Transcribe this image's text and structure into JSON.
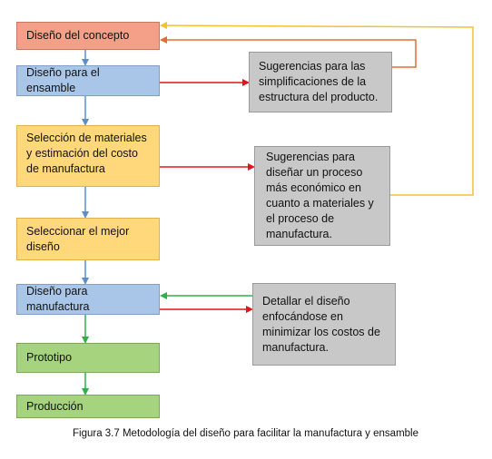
{
  "steps": {
    "concepto": "Diseño del concepto",
    "ensamble": "Diseño para el ensamble",
    "seleccion": "Selección de materiales y estimación del costo de manufactura",
    "mejor": "Seleccionar el mejor diseño",
    "manufactura": "Diseño para manufactura",
    "prototipo": "Prototipo",
    "produccion": "Producción"
  },
  "notes": {
    "simplificaciones": "Sugerencias para las simplificaciones de la estructura del producto.",
    "proceso": "Sugerencias para diseñar un proceso más económico en cuanto a materiales y el proceso de manufactura.",
    "detallar": "Detallar el diseño enfocándose en minimizar los costos de manufactura."
  },
  "caption": "Figura 3.7 Metodología del diseño para facilitar la manufactura y ensamble",
  "colors": {
    "blue_arrow": "#5b8fcc",
    "green_arrow": "#2db04b",
    "red_arrow": "#e0141b",
    "orange_loop": "#e0702f",
    "yellow_loop": "#f2c230"
  }
}
